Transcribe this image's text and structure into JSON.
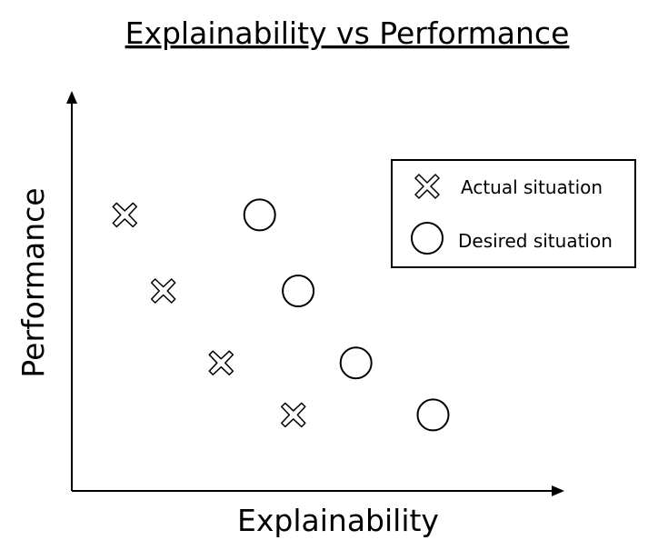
{
  "chart_data": {
    "type": "scatter",
    "title": "Explainability vs Performance",
    "xlabel": "Explainability",
    "ylabel": "Performance",
    "xlim": [
      0,
      10
    ],
    "ylim": [
      0,
      10
    ],
    "grid": false,
    "legend_position": "top-right",
    "series": [
      {
        "name": "Actual situation",
        "marker": "cross-outline",
        "color": "#000000",
        "points": [
          {
            "x": 1.1,
            "y": 6.9
          },
          {
            "x": 1.9,
            "y": 5.0
          },
          {
            "x": 3.1,
            "y": 3.2
          },
          {
            "x": 4.6,
            "y": 1.9
          }
        ]
      },
      {
        "name": "Desired situation",
        "marker": "circle-outline",
        "color": "#000000",
        "points": [
          {
            "x": 3.9,
            "y": 6.9
          },
          {
            "x": 4.7,
            "y": 5.0
          },
          {
            "x": 5.9,
            "y": 3.2
          },
          {
            "x": 7.5,
            "y": 1.9
          }
        ]
      }
    ]
  }
}
